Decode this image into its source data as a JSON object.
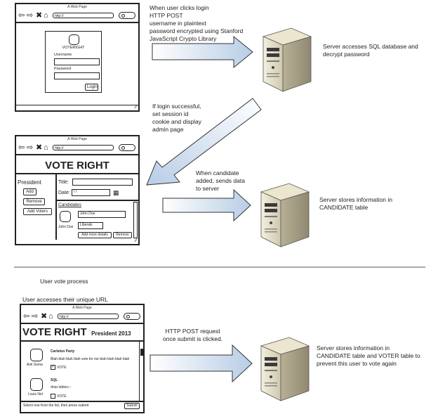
{
  "flow": {
    "login_note": "When user clicks login\nHTTP POST\nusername in plaintext\npassword encrypted using Stanford\nJavaScript Crypto Library",
    "server1_note": "Server accesses SQL database and\ndecrypt password",
    "login_success_note": "If login successful,\nset session id\ncookie and display\nadmin page",
    "candidate_note": "When candidate\nadded, sends data\nto server",
    "server2_note": "Server stores information in\nCANDIDATE table",
    "section_title": "User vote process",
    "url_note": "User accesses their unique URL",
    "post_note": "HTTP POST request\nonce submit is clicked.",
    "server3_note": "Server stores information in\nCANDIDATE table and VOTER table to\nprevent this user to vote again"
  },
  "login_window": {
    "title": "A Web Page",
    "url": "http://",
    "logo_text": "VOTERIGHT",
    "username_label": "Username",
    "password_label": "Password",
    "login_button": "Login"
  },
  "admin_window": {
    "title": "A Web Page",
    "url": "http://",
    "heading": "VOTE RIGHT",
    "sidebar_heading": "President",
    "add_button": "Add",
    "remove_button": "Remove",
    "add_voters_button": "Add Voters",
    "title_label": "Title:",
    "date_label": "Date:",
    "date_value": "/ /",
    "candidates_label": "Candidates",
    "candidate_name": "John Doe",
    "candidate_party": "Liberals",
    "candidate_caption": "John Doe",
    "more_details_button": "Add more details",
    "remove_candidate_button": "Remove"
  },
  "vote_window": {
    "title": "A Web Page",
    "url": "http://",
    "heading": "VOTE RIGHT",
    "subheading": "President 2013",
    "candidate1_caption": "Anil Soma",
    "candidate1_party": "Carleton Party",
    "candidate1_desc": "Blah blah blah blah vote for me blah blah blah blah",
    "candidate1_vote": "VOTE",
    "candidate2_caption": "Louis Nel",
    "candidate2_party": "SQL",
    "candidate2_desc": "drop tables;--",
    "candidate2_vote": "VOTE",
    "footer_text": "Select one from the list, then press submit",
    "submit_button": "Submit"
  }
}
